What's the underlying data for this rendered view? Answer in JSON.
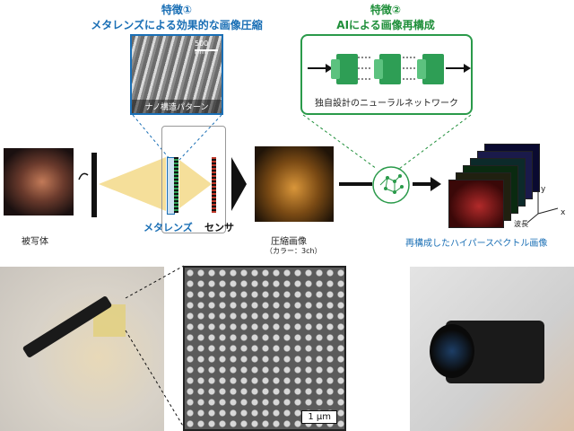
{
  "feature1": {
    "title": "特徴①",
    "subtitle": "メタレンズによる効果的な画像圧縮"
  },
  "feature2": {
    "title": "特徴②",
    "subtitle": "AIによる画像再構成"
  },
  "sem_top": {
    "scale_label": "500 nm",
    "caption": "ナノ構造パターン"
  },
  "network": {
    "caption": "独自設計のニューラルネットワーク"
  },
  "labels": {
    "subject": "被写体",
    "metalens": "メタレンズ",
    "sensor": "センサ",
    "compressed": "圧縮画像",
    "compressed_note": "（カラー：3ch）",
    "reconstructed": "再構成したハイパースペクトル画像",
    "axis_x": "x",
    "axis_y": "y",
    "axis_wave": "波長"
  },
  "sem_bottom": {
    "scale_label": "1 μm"
  },
  "colors": {
    "feature1": "#1a6fb5",
    "feature2": "#1f8f3a"
  }
}
